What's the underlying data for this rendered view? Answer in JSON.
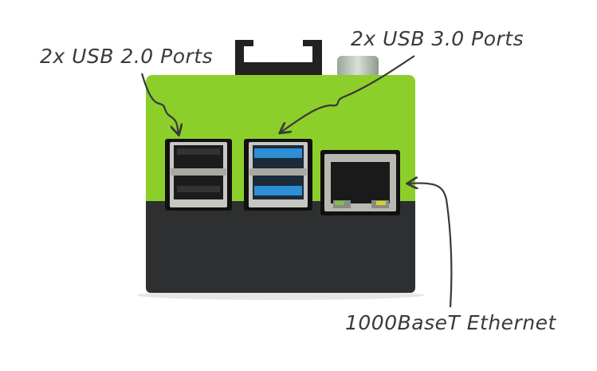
{
  "labels": {
    "usb2": "2x USB 2.0 Ports",
    "usb3": "2x USB 3.0 Ports",
    "ethernet": "1000BaseT Ethernet"
  },
  "colors": {
    "case_top": "#8ccf2a",
    "case_bottom": "#2e2f31",
    "usb3_blue": "#2d8fd6",
    "annotation": "#3a3a3a"
  }
}
